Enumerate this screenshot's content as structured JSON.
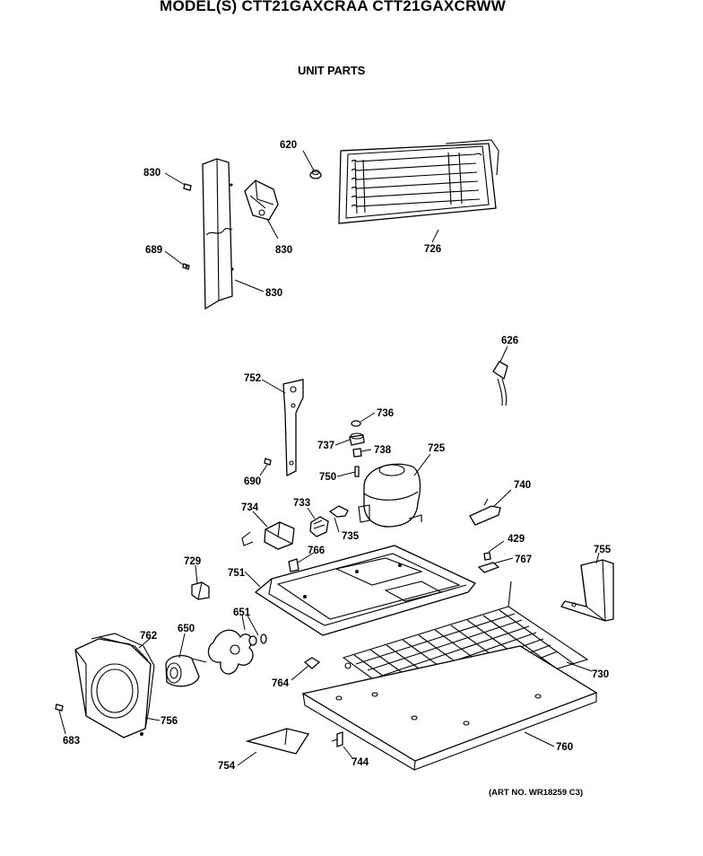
{
  "header": {
    "title": "MODEL(S) CTT21GAXCRAA  CTT21GAXCRWW",
    "subtitle": "UNIT PARTS"
  },
  "footer": {
    "art_no": "(ART NO. WR18259 C3)"
  },
  "callouts": {
    "c830a": "830",
    "c830b": "830",
    "c830c": "830",
    "c689": "689",
    "c620": "620",
    "c726": "726",
    "c626": "626",
    "c752": "752",
    "c736": "736",
    "c737": "737",
    "c738": "738",
    "c725": "725",
    "c750": "750",
    "c690": "690",
    "c740": "740",
    "c734": "734",
    "c733": "733",
    "c735": "735",
    "c429": "429",
    "c755": "755",
    "c729": "729",
    "c766": "766",
    "c767": "767",
    "c751": "751",
    "c651": "651",
    "c762": "762",
    "c650": "650",
    "c764": "764",
    "c730": "730",
    "c683": "683",
    "c756": "756",
    "c760": "760",
    "c754": "754",
    "c744": "744"
  }
}
